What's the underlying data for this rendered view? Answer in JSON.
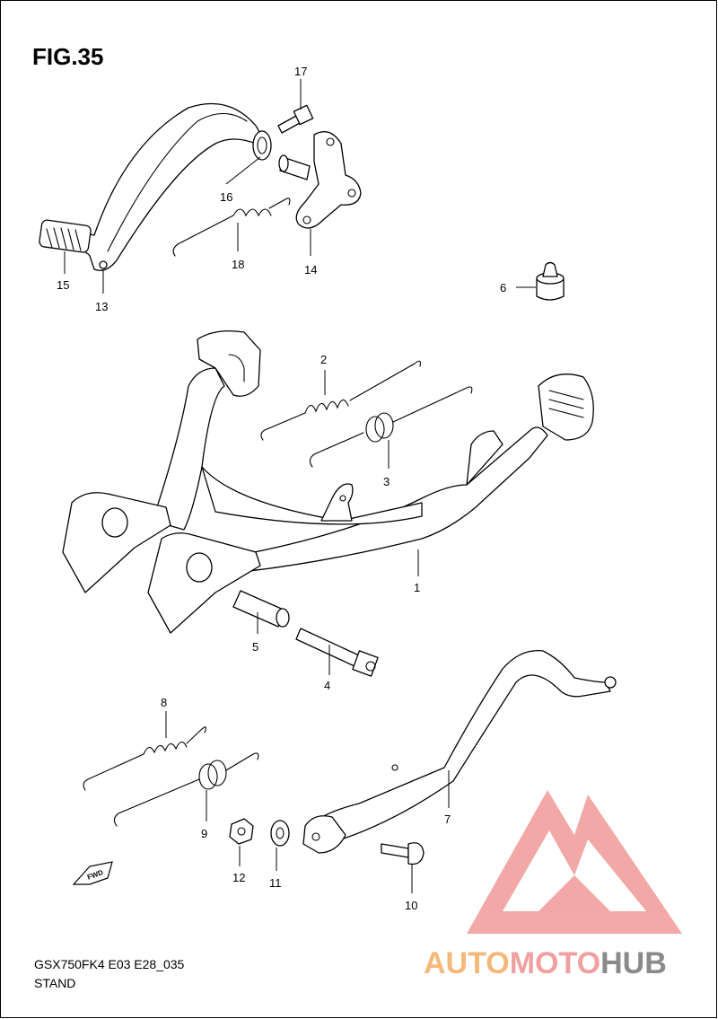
{
  "figure": {
    "title": "FIG.35",
    "code": "GSX750FK4 E03 E28_035",
    "name": "STAND"
  },
  "callouts": [
    "1",
    "2",
    "3",
    "4",
    "5",
    "6",
    "7",
    "8",
    "9",
    "10",
    "11",
    "12",
    "13",
    "14",
    "15",
    "16",
    "17",
    "18"
  ],
  "fwd_label": "FWD",
  "watermark": {
    "text_a": "AUTO",
    "text_b": "MOTO",
    "text_c": "HUB",
    "color_a": "#f5b87a",
    "color_b": "#f0a0a0",
    "color_c": "#8a8a8a",
    "logo_color": "#f29a9a"
  }
}
